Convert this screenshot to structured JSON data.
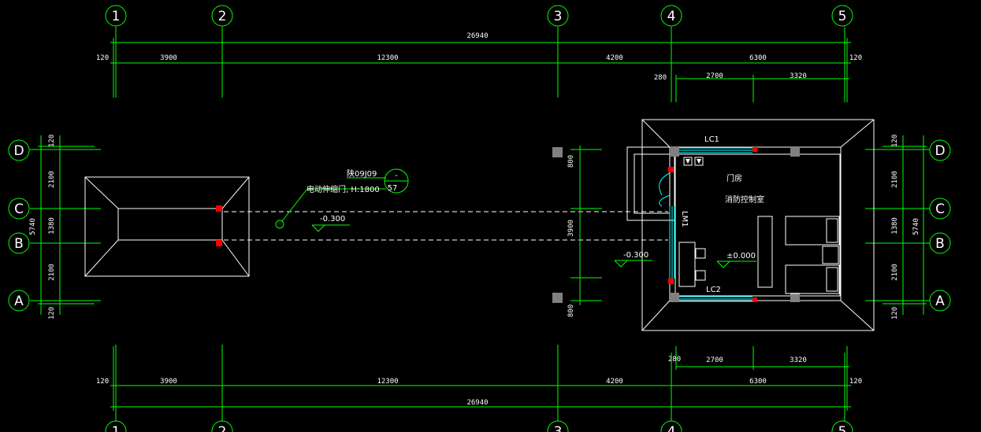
{
  "colors": {
    "background": "#000000",
    "grid": "#00ff00",
    "outline": "#ffffff",
    "window": "#00ffff",
    "marker": "#ff0000",
    "column": "#808080"
  },
  "axes": {
    "vertical": [
      "1",
      "2",
      "3",
      "4",
      "5"
    ],
    "horizontal": [
      "D",
      "C",
      "B",
      "A"
    ]
  },
  "top_dims": {
    "total": "26940",
    "left_edge": "120",
    "right_edge": "120",
    "spans": [
      "3900",
      "12300",
      "4200",
      "6300"
    ],
    "sub_start": "280",
    "sub_spans": [
      "2700",
      "3320"
    ]
  },
  "bottom_dims": {
    "total": "26940",
    "left_edge": "120",
    "right_edge": "120",
    "spans": [
      "3900",
      "12300",
      "4200",
      "6300"
    ],
    "sub_start": "280",
    "sub_spans": [
      "2700",
      "3320"
    ]
  },
  "left_dims": {
    "edge_top": "120",
    "spans": [
      "2100",
      "1380",
      "2100"
    ],
    "total": "5740",
    "edge_bottom": "120"
  },
  "right_dims": {
    "edge_top": "120",
    "spans": [
      "2100",
      "1380",
      "2100"
    ],
    "total": "5740",
    "edge_bottom": "120"
  },
  "mid_dims": {
    "top": "800",
    "middle": "3900",
    "bottom": "800"
  },
  "annotations": {
    "detail_ref": "陕09J09",
    "gate": "电动伸缩门, H:1800",
    "detail_num_top": "-",
    "detail_num_bottom": "57",
    "level_road": "-0.300",
    "level_out": "-0.300",
    "level_floor": "±0.000",
    "window_1": "LC1",
    "window_2": "LC2",
    "door": "LM1",
    "room_1": "门房",
    "room_2": "消防控制室"
  }
}
